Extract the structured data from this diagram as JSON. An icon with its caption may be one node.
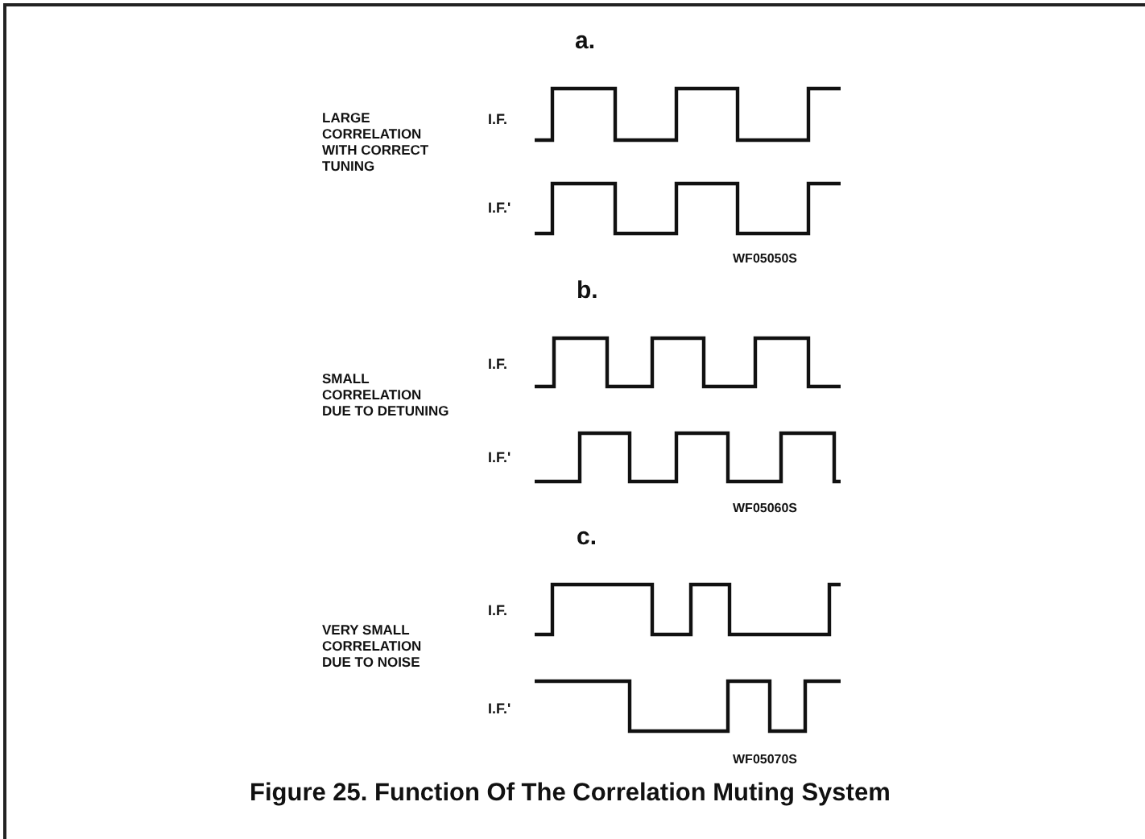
{
  "diagram": {
    "caption": "Figure 25. Function Of The Correlation Muting System",
    "labels": [
      "a.",
      "LARGE CORRELATION WITH CORRECT TUNING",
      "I.F.",
      "I.F.'",
      "WF05050S",
      "b.",
      "SMALL CORRELATION DUE TO DETUNING",
      "I.F.",
      "I.F.'",
      "WF05060S",
      "c.",
      "VERY SMALL CORRELATION DUE TO NOISE",
      "I.F.",
      "I.F.'",
      "WF05070S"
    ]
  }
}
